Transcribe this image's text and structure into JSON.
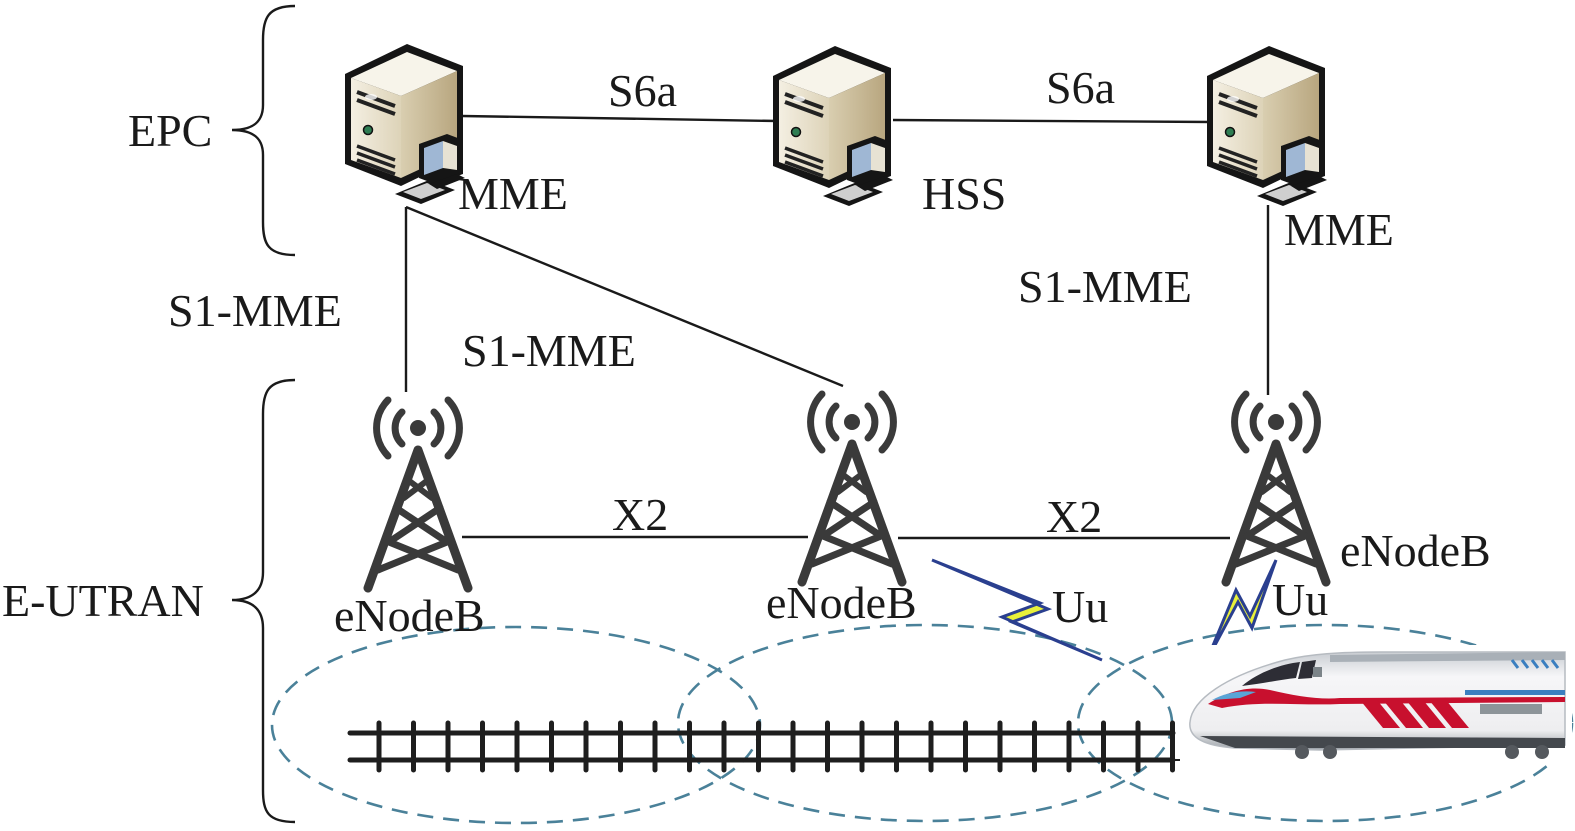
{
  "groups": {
    "epc": "EPC",
    "eutran": "E-UTRAN"
  },
  "nodes": {
    "mme_left": "MME",
    "hss": "HSS",
    "mme_right": "MME",
    "enb_left": "eNodeB",
    "enb_middle": "eNodeB",
    "enb_right": "eNodeB"
  },
  "interfaces": {
    "s6a_left": "S6a",
    "s6a_right": "S6a",
    "s1_left_vertical": "S1-MME",
    "s1_left_diagonal": "S1-MME",
    "s1_right": "S1-MME",
    "x2_left": "X2",
    "x2_right": "X2",
    "uu_middle": "Uu",
    "uu_right": "Uu"
  },
  "colors": {
    "cell_boundary": "#4a8199",
    "tower": "#3a3a3a",
    "lightning_fill": "#e8f03a",
    "lightning_stroke": "#2a3f8f",
    "server_body": "#e9e2cf",
    "train_stripe": "#c8102e"
  }
}
